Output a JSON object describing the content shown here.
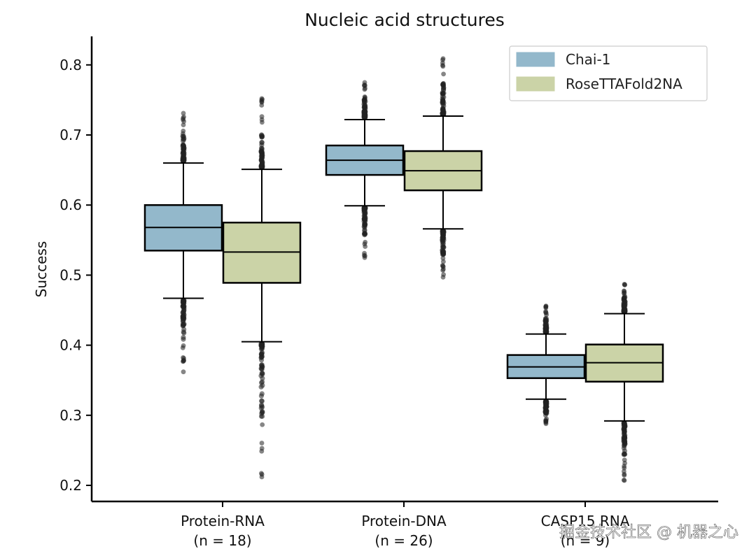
{
  "chart_data": {
    "type": "box",
    "title": "Nucleic acid structures",
    "ylabel": "Success",
    "xlabel": "",
    "ylim": [
      0.18,
      0.84
    ],
    "yticks": [
      "0.2",
      "0.3",
      "0.4",
      "0.5",
      "0.6",
      "0.7",
      "0.8"
    ],
    "categories": [
      {
        "name": "Protein-RNA",
        "n_label": "(n = 18)"
      },
      {
        "name": "Protein-DNA",
        "n_label": "(n = 26)"
      },
      {
        "name": "CASP15 RNA",
        "n_label": "(n = 9)"
      }
    ],
    "legend": {
      "placement": "top-right"
    },
    "series": [
      {
        "name": "Chai-1",
        "color": "#93b8cb",
        "boxes": [
          {
            "whisker_low": 0.467,
            "q1": 0.535,
            "median": 0.568,
            "q3": 0.6,
            "whisker_high": 0.66,
            "flier_low_min": 0.362,
            "flier_high_max": 0.731
          },
          {
            "whisker_low": 0.599,
            "q1": 0.643,
            "median": 0.664,
            "q3": 0.685,
            "whisker_high": 0.722,
            "flier_low_min": 0.525,
            "flier_high_max": 0.775
          },
          {
            "whisker_low": 0.323,
            "q1": 0.353,
            "median": 0.369,
            "q3": 0.386,
            "whisker_high": 0.416,
            "flier_low_min": 0.288,
            "flier_high_max": 0.456
          }
        ]
      },
      {
        "name": "RoseTTAFold2NA",
        "color": "#cbd3a7",
        "boxes": [
          {
            "whisker_low": 0.405,
            "q1": 0.489,
            "median": 0.533,
            "q3": 0.575,
            "whisker_high": 0.651,
            "flier_low_min": 0.212,
            "flier_high_max": 0.752
          },
          {
            "whisker_low": 0.566,
            "q1": 0.621,
            "median": 0.649,
            "q3": 0.677,
            "whisker_high": 0.727,
            "flier_low_min": 0.497,
            "flier_high_max": 0.809
          },
          {
            "whisker_low": 0.292,
            "q1": 0.348,
            "median": 0.375,
            "q3": 0.401,
            "whisker_high": 0.445,
            "flier_low_min": 0.207,
            "flier_high_max": 0.487
          }
        ]
      }
    ]
  },
  "watermark": {
    "text": "掘金技术社区 @ 机器之心"
  }
}
